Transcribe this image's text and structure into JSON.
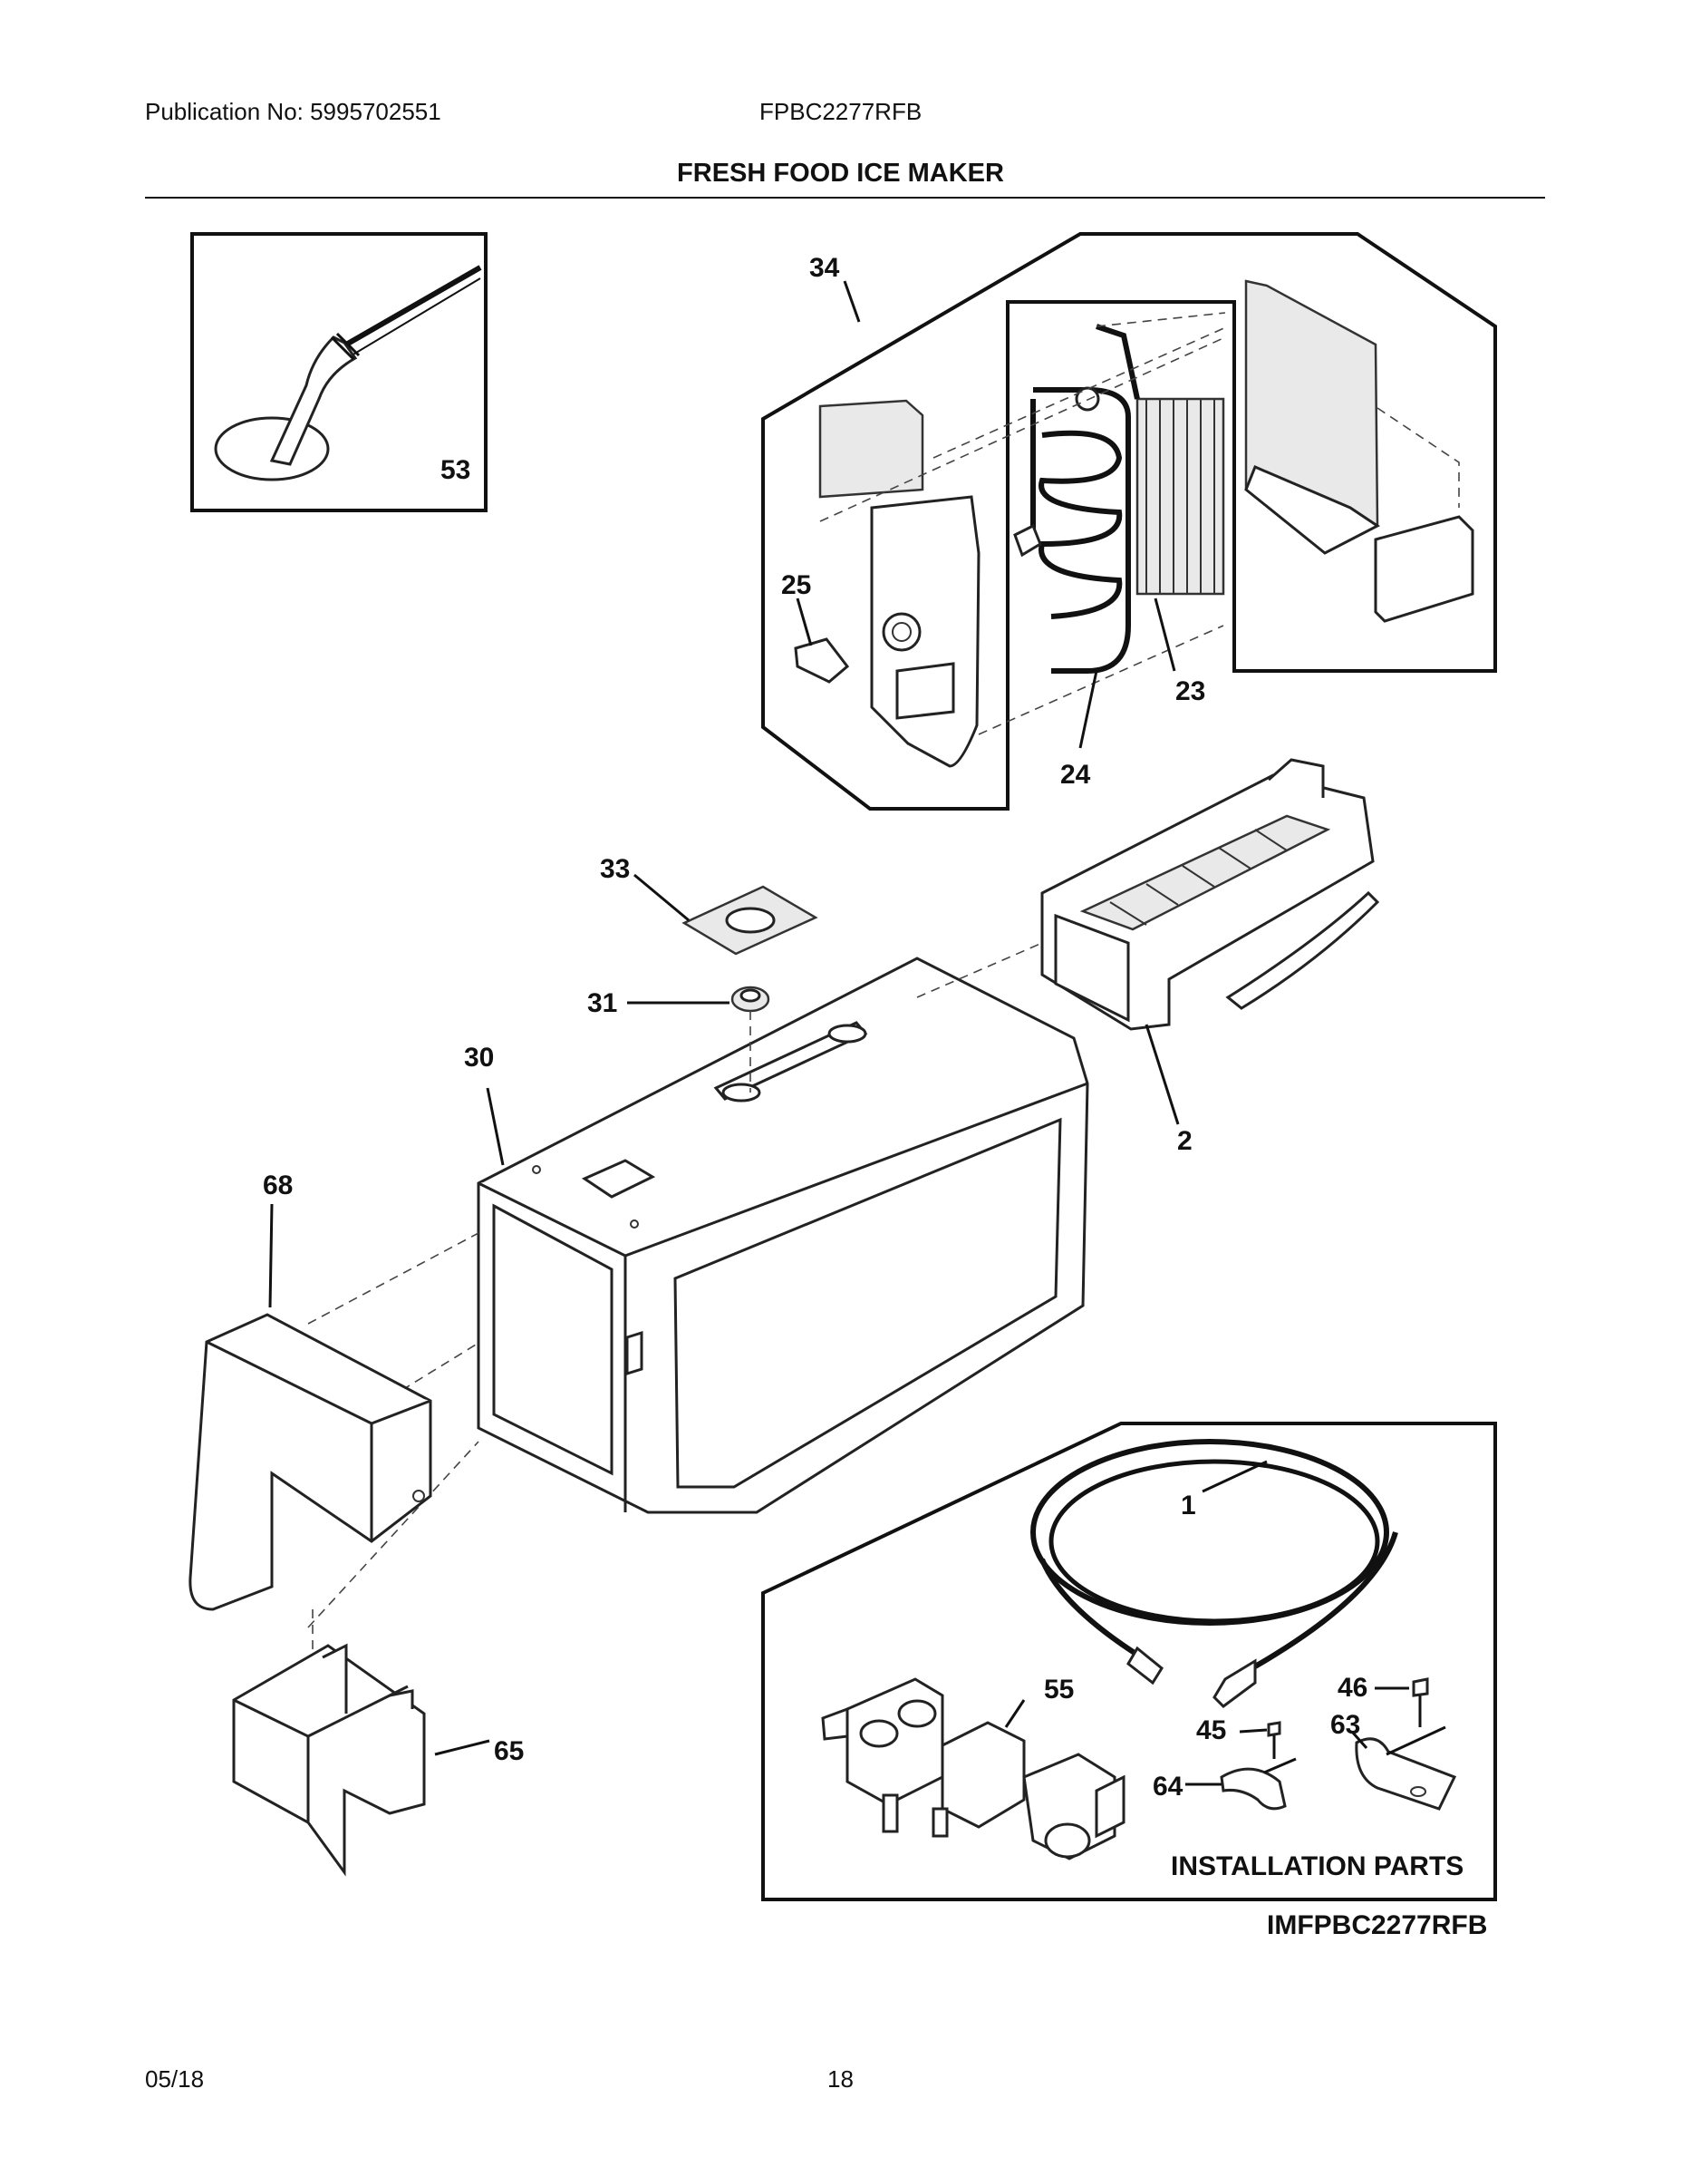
{
  "header": {
    "publication": "Publication No: 5995702551",
    "model": "FPBC2277RFB",
    "section_title": "FRESH FOOD ICE MAKER"
  },
  "diagram": {
    "drawing_id": "IMFPBC2277RFB",
    "installation_caption": "INSTALLATION PARTS",
    "callouts": {
      "c53": "53",
      "c34": "34",
      "c25": "25",
      "c23": "23",
      "c24": "24",
      "c33": "33",
      "c31": "31",
      "c30": "30",
      "c2": "2",
      "c68": "68",
      "c1": "1",
      "c55": "55",
      "c46": "46",
      "c45": "45",
      "c63": "63",
      "c64": "64",
      "c65": "65"
    }
  },
  "footer": {
    "date": "05/18",
    "page_number": "18"
  }
}
